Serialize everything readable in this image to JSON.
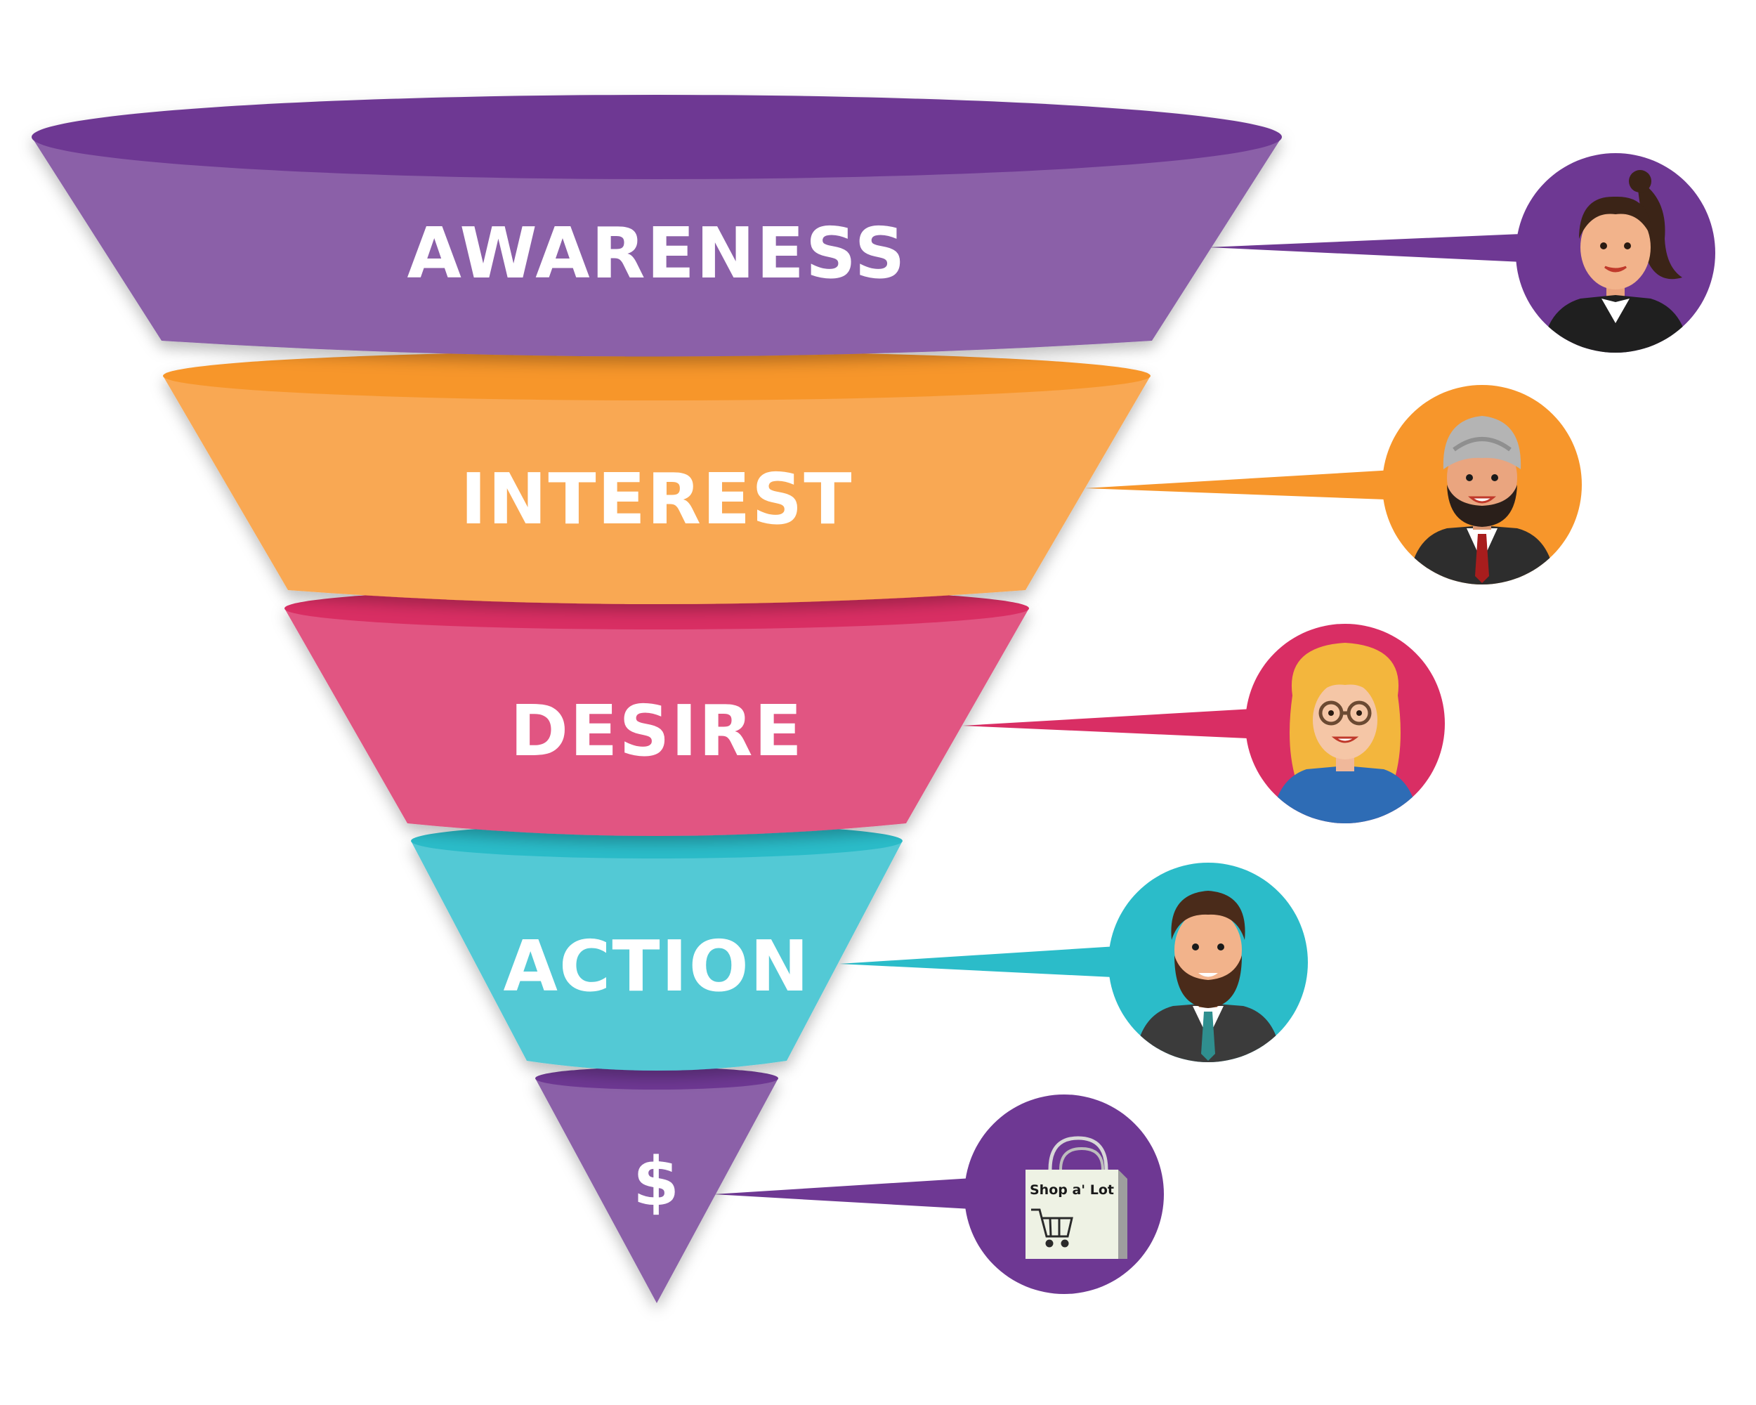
{
  "funnel": {
    "stages": [
      {
        "label": "AWARENESS",
        "color": "#8b60a8",
        "rim_color": "#6e3893",
        "persona": "woman-with-ponytail"
      },
      {
        "label": "INTEREST",
        "color": "#f9a852",
        "rim_color": "#f7962b",
        "persona": "man-with-turban"
      },
      {
        "label": "DESIRE",
        "color": "#e15582",
        "rim_color": "#d92e64",
        "persona": "blonde-woman-with-glasses"
      },
      {
        "label": "ACTION",
        "color": "#52c9d5",
        "rim_color": "#2bbcc9",
        "persona": "bearded-man"
      },
      {
        "label": "$",
        "color": "#8b60a8",
        "rim_color": "#6e3893",
        "persona": "shopping-bag"
      }
    ]
  },
  "shopping_bag": {
    "text": "Shop a' Lot"
  }
}
